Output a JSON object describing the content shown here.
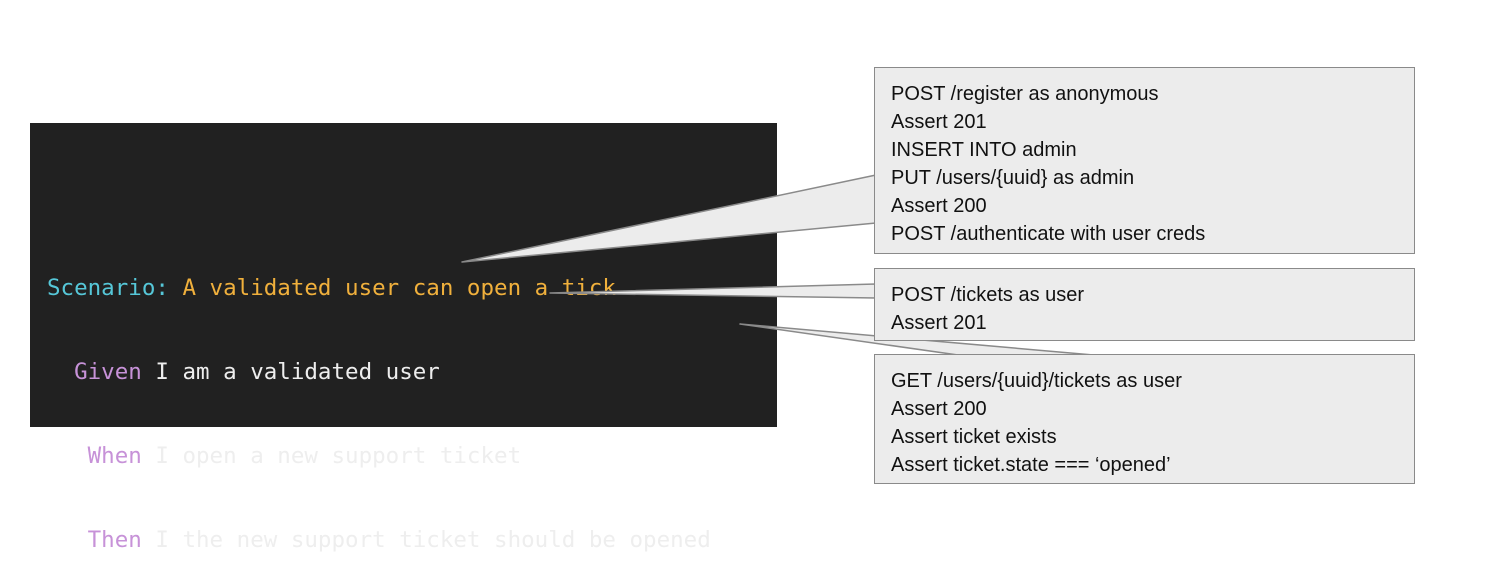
{
  "scenario": {
    "keyword": "Scenario:",
    "title": " A validated user can open a tick",
    "steps": [
      {
        "keyword": "  Given",
        "text": " I am a validated user"
      },
      {
        "keyword": "   When",
        "text": " I open a new support ticket"
      },
      {
        "keyword": "   Then",
        "text": " I the new support ticket should be opened"
      }
    ]
  },
  "callouts": [
    {
      "lines": [
        "POST /register as anonymous",
        "Assert 201",
        "INSERT INTO admin",
        "PUT /users/{uuid} as admin",
        "Assert 200",
        "POST /authenticate with user creds"
      ]
    },
    {
      "lines": [
        "POST /tickets as user",
        "Assert 201"
      ]
    },
    {
      "lines": [
        "GET /users/{uuid}/tickets as user",
        "Assert 200",
        "Assert ticket exists",
        "Assert ticket.state === ‘opened’"
      ]
    }
  ],
  "colors": {
    "terminal_bg": "#212121",
    "scenario_keyword": "#56c7d8",
    "scenario_title": "#f0b03c",
    "step_keyword": "#c792d8",
    "step_text": "#eeeeee",
    "callout_fill": "#ececec",
    "callout_border": "#8a8a8a"
  }
}
